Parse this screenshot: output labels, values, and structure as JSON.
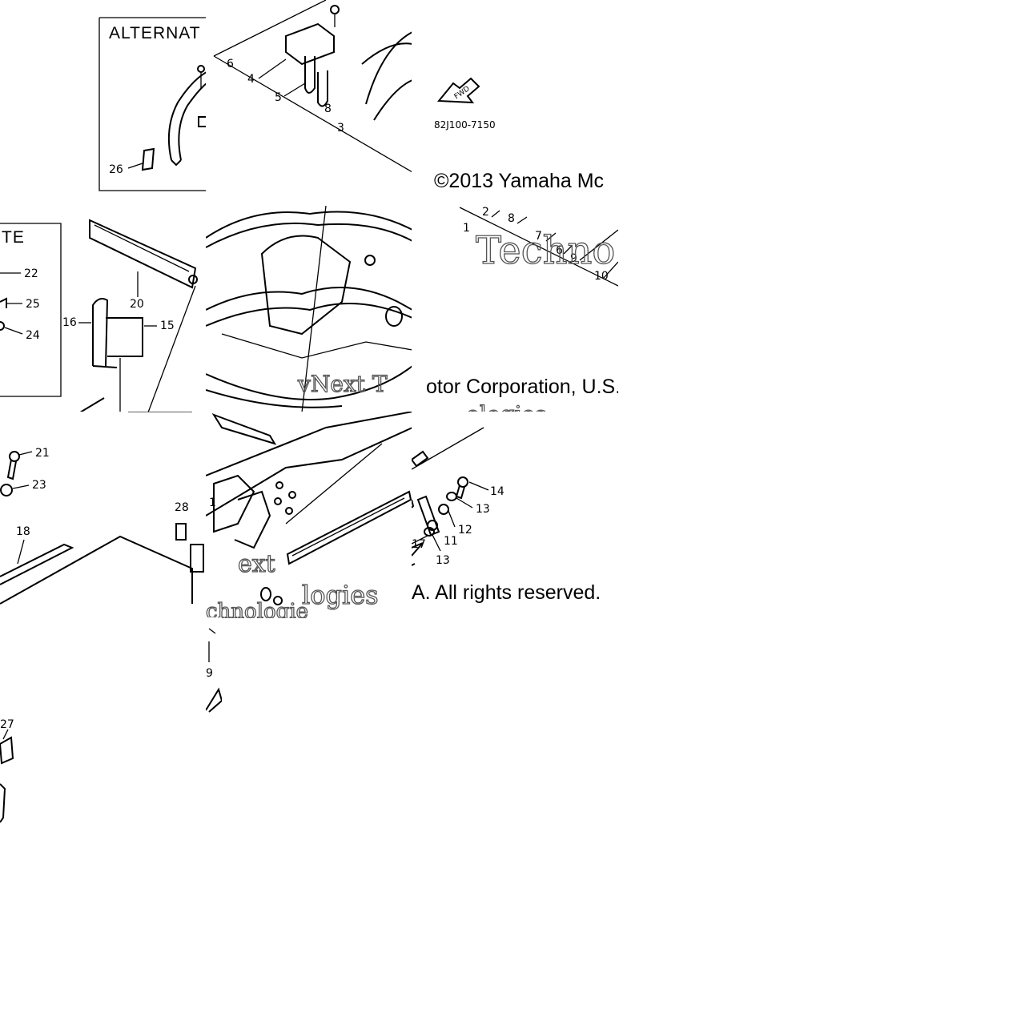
{
  "diagram": {
    "alternate_box_title": "ALTERNAT",
    "alternate_box_title_left": "TE",
    "part_code": "82J100-7150",
    "fwd_badge": "FWD",
    "copyright_line1": "©2013 Yamaha Mc",
    "copyright_line2": "otor Corporation, U.S.",
    "copyright_line3": "A. All rights reserved.",
    "watermark_tech": "Techno",
    "watermark_next": "vNext T",
    "watermark_ologies": "ologies",
    "watermark_chnologie": "chnologie",
    "watermark_ext": "ext",
    "watermark_logies": "logies",
    "callouts": {
      "c1": "1",
      "c2": "2",
      "c3": "3",
      "c4": "4",
      "c5": "5",
      "c6": "6",
      "c7": "7",
      "c8": "8",
      "c9": "9",
      "c10": "10",
      "c11": "11",
      "c12": "12",
      "c13": "13",
      "c14": "14",
      "c15": "15",
      "c16": "16",
      "c17": "17",
      "c18": "18",
      "c20": "20",
      "c21": "21",
      "c22": "22",
      "c23": "23",
      "c24": "24",
      "c25": "25",
      "c26": "26",
      "c27": "27",
      "c28": "28"
    }
  }
}
